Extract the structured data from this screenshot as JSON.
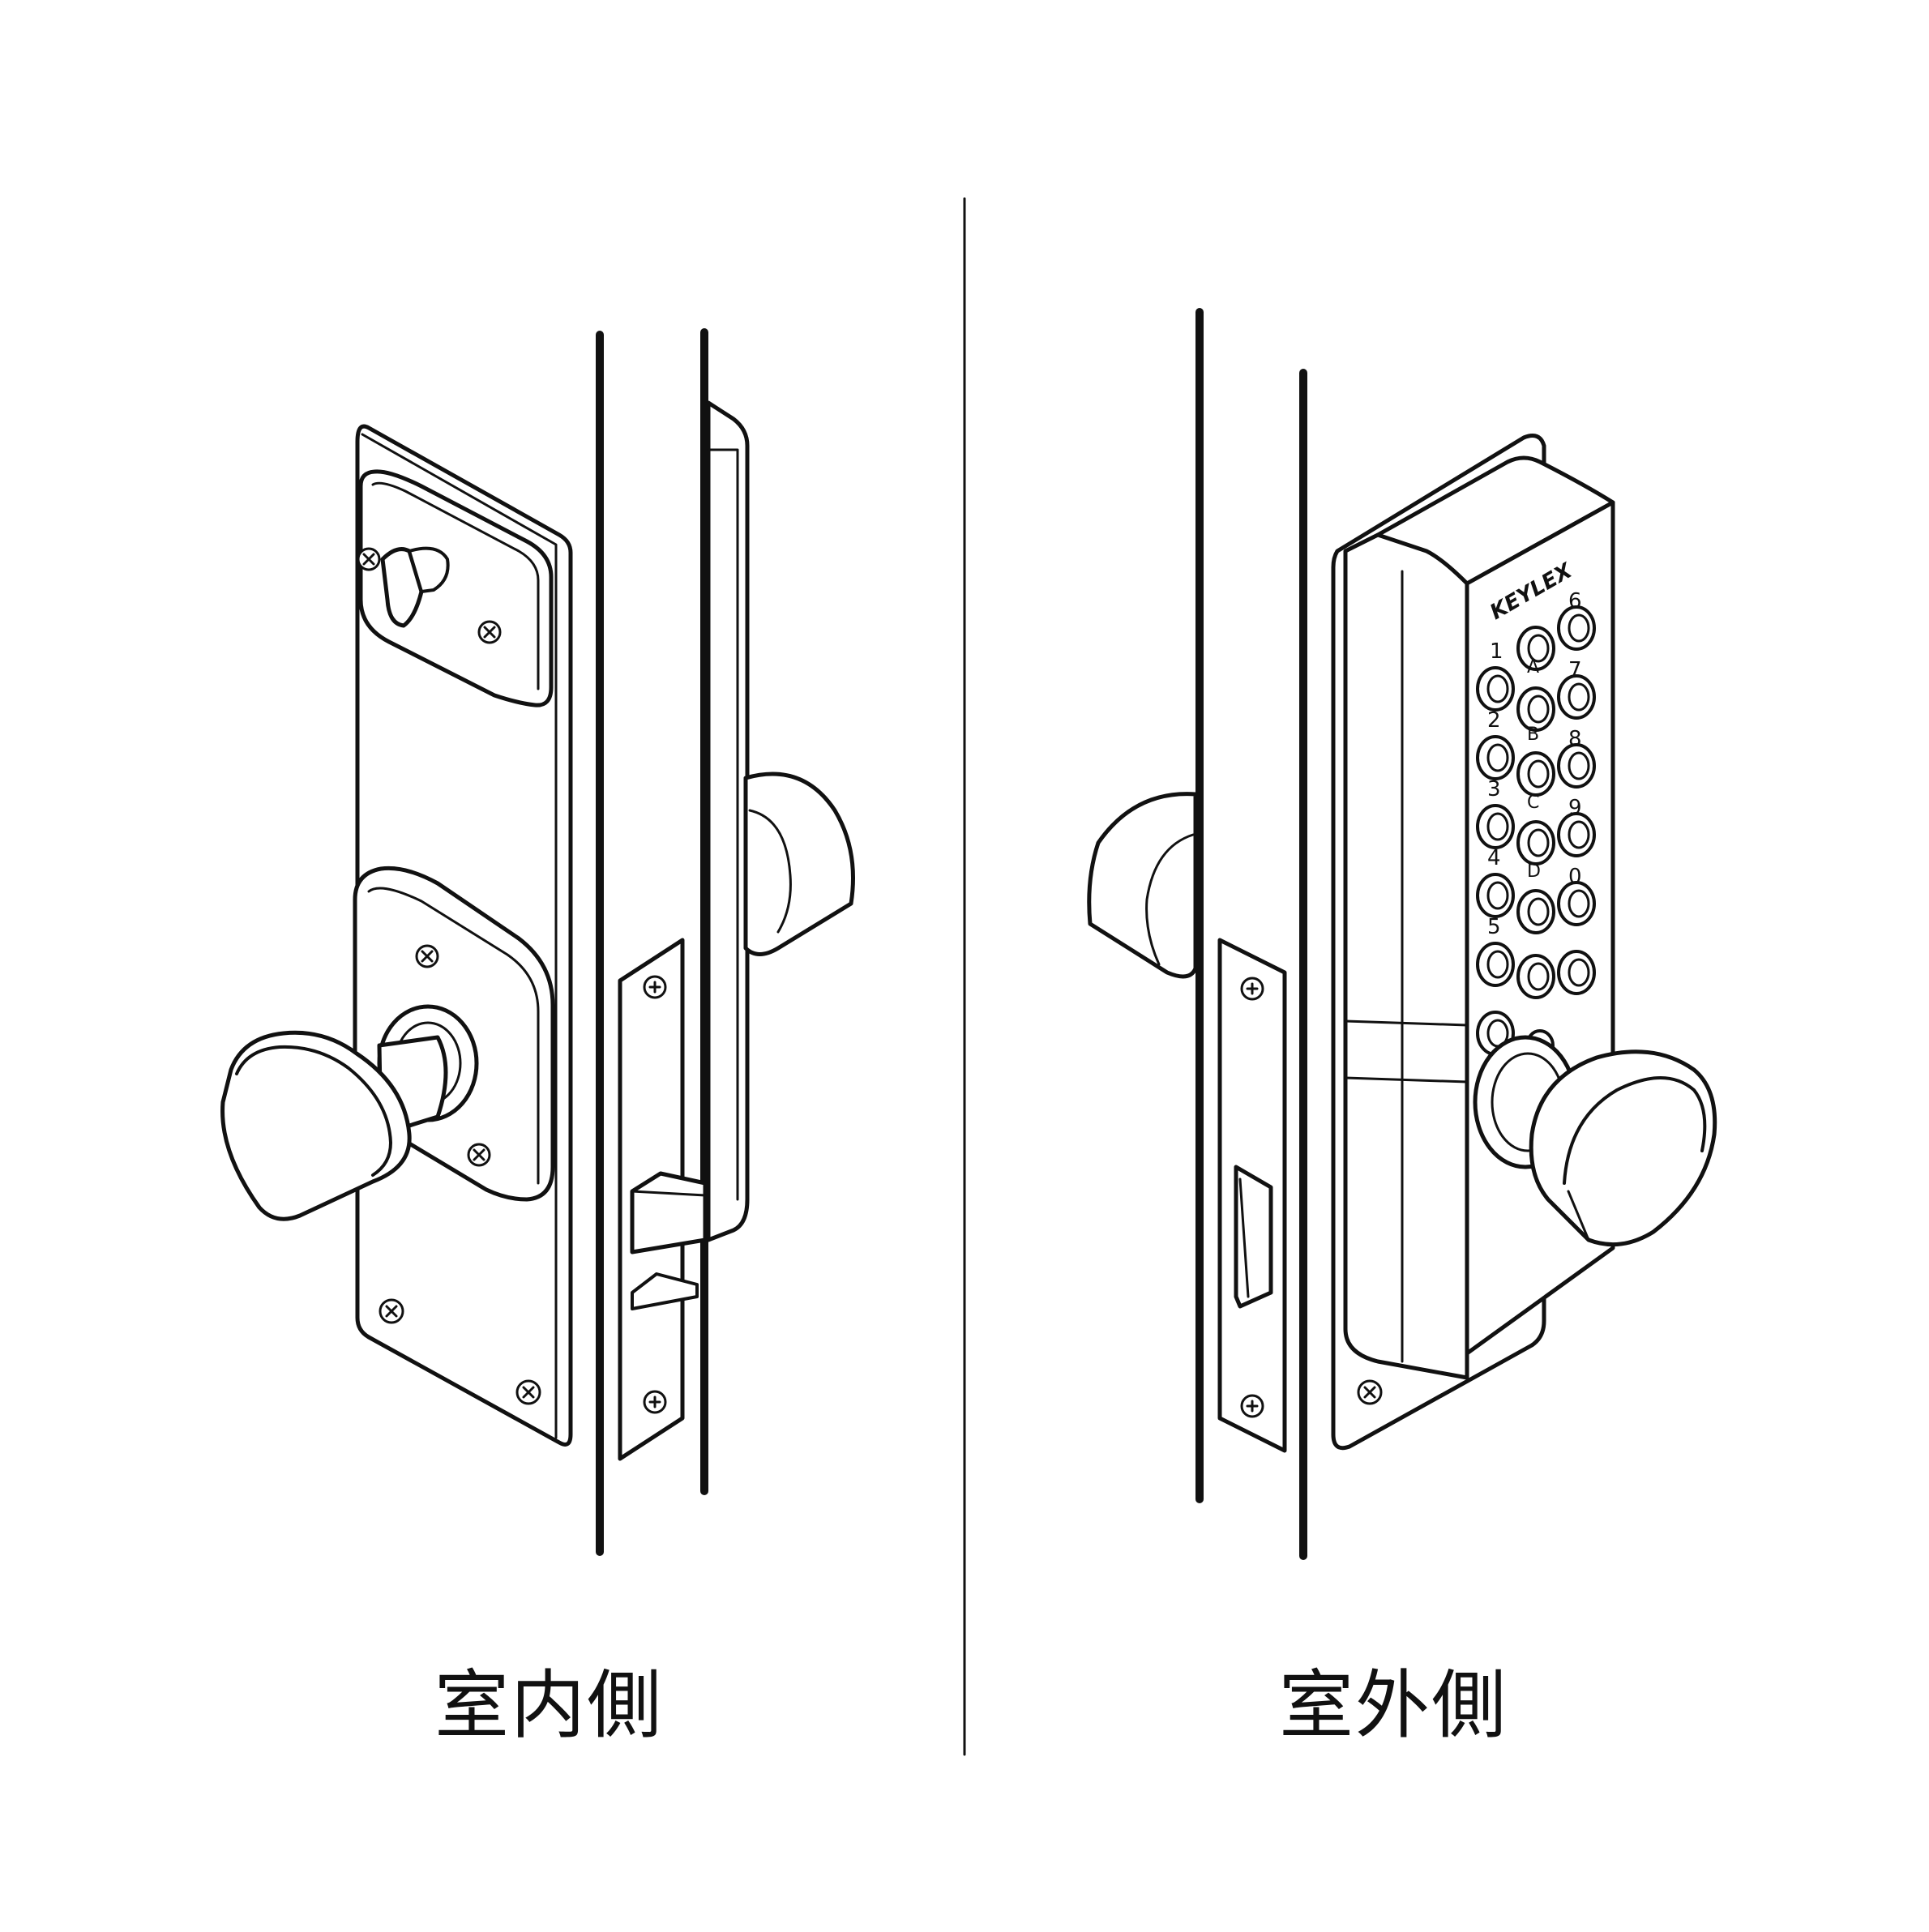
{
  "diagram": {
    "subject": "keypad door lock, two views",
    "colors": {
      "line": "#111111",
      "background": "#ffffff"
    },
    "indoor_side": {
      "caption": "室内側"
    },
    "outdoor_side": {
      "caption": "室外側",
      "brand_mark": "KEYLEX",
      "keypad_digits_left": [
        "1",
        "2",
        "3",
        "4",
        "5"
      ],
      "keypad_digits_right": [
        "6",
        "7",
        "8",
        "9",
        "0"
      ],
      "keypad_letters": [
        "A",
        "B",
        "C",
        "D"
      ]
    }
  }
}
